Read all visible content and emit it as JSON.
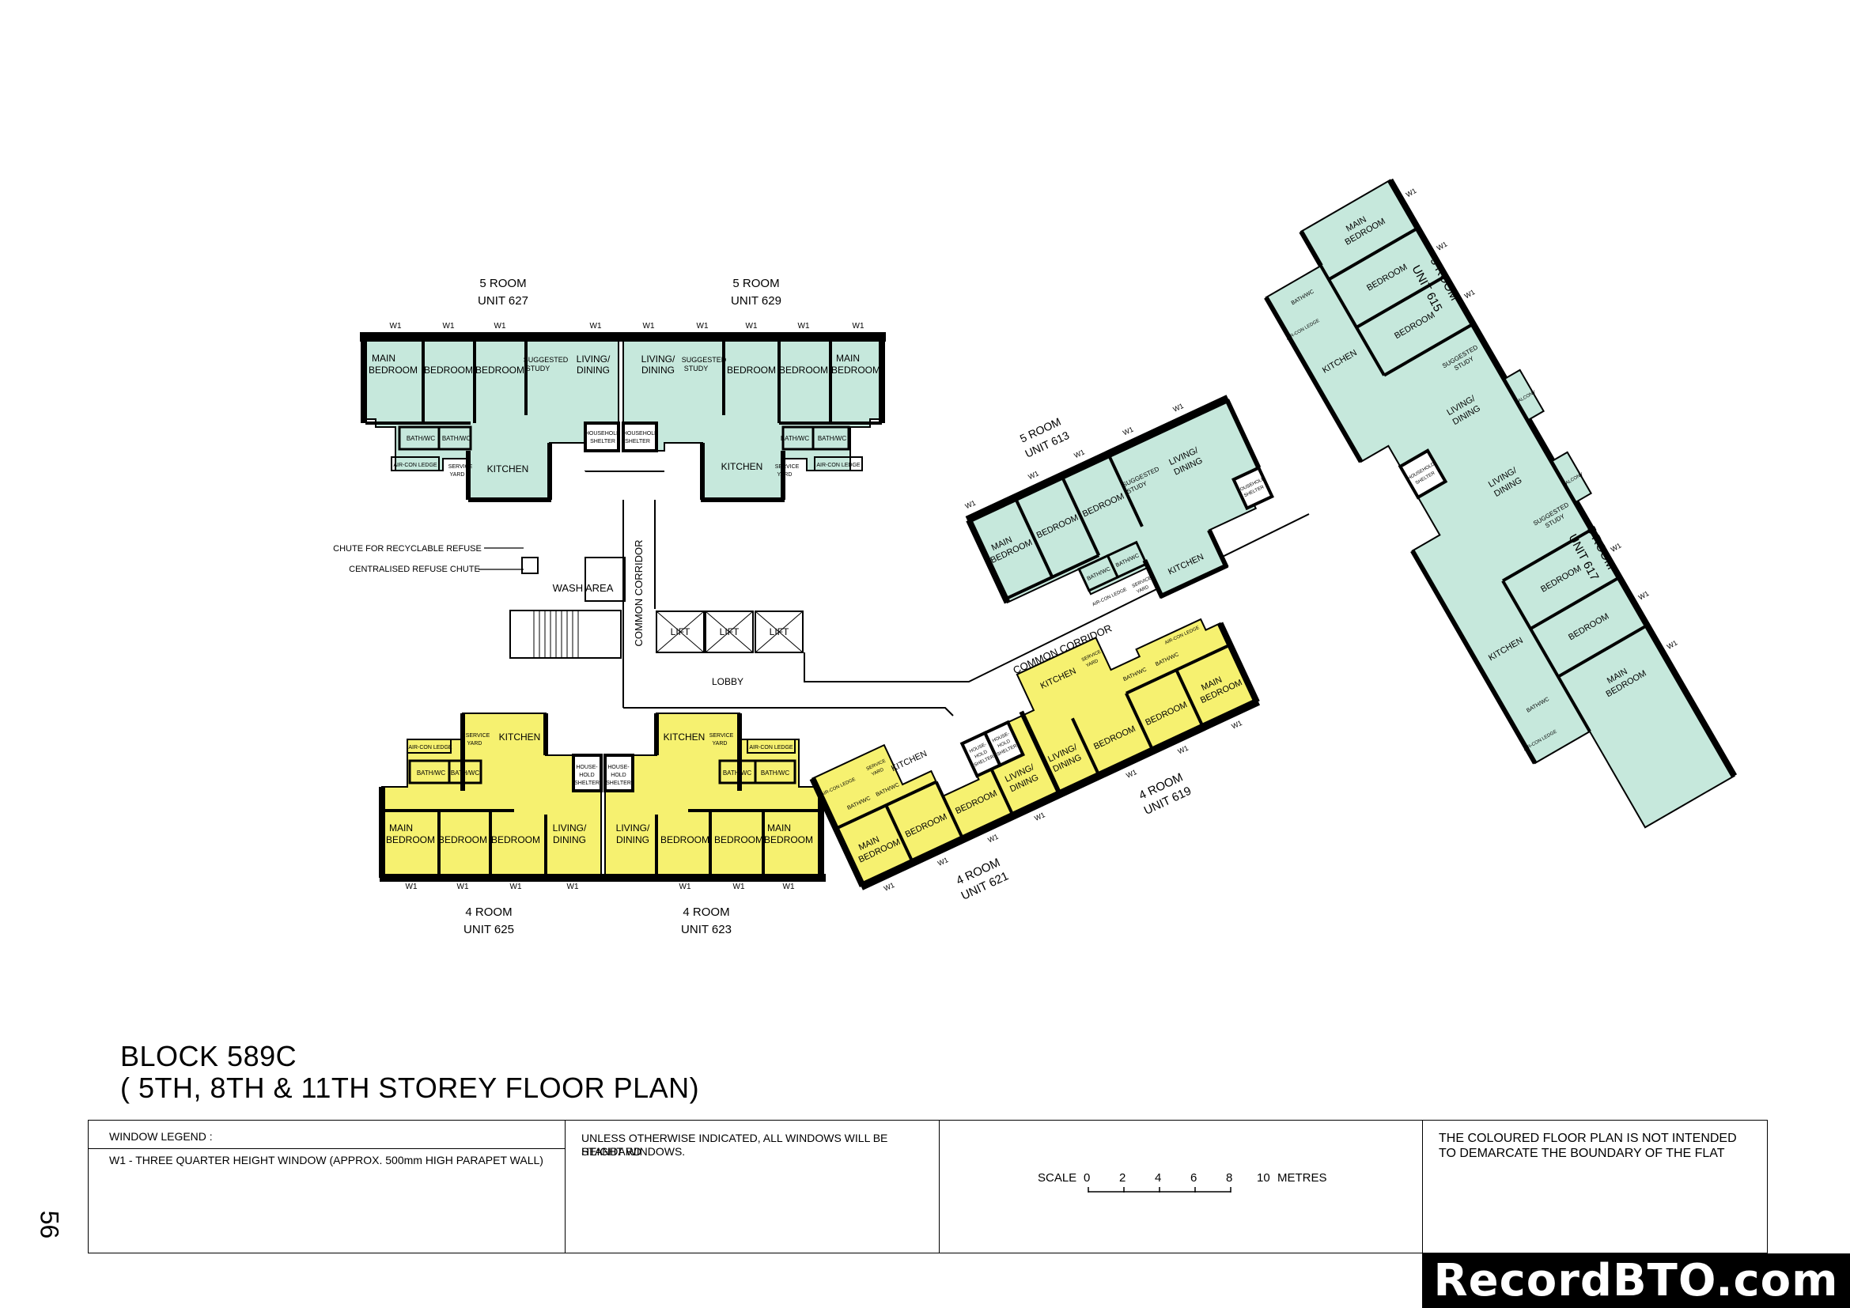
{
  "units": {
    "u627": {
      "type": "5 ROOM",
      "unit": "UNIT 627"
    },
    "u629": {
      "type": "5 ROOM",
      "unit": "UNIT 629"
    },
    "u613": {
      "type": "5 ROOM",
      "unit": "UNIT 613"
    },
    "u615": {
      "type": "5 ROOM",
      "unit": "UNIT 615"
    },
    "u617": {
      "type": "5 ROOM",
      "unit": "UNIT 617"
    },
    "u625": {
      "type": "4 ROOM",
      "unit": "UNIT 625"
    },
    "u623": {
      "type": "4 ROOM",
      "unit": "UNIT 623"
    },
    "u619": {
      "type": "4 ROOM",
      "unit": "UNIT 619"
    },
    "u621": {
      "type": "4 ROOM",
      "unit": "UNIT 621"
    }
  },
  "rooms": {
    "main_bedroom_l1": "MAIN",
    "main_bedroom_l2": "BEDROOM",
    "bedroom": "BEDROOM",
    "suggested_study_l1": "SUGGESTED",
    "suggested_study_l2": "STUDY",
    "living_l1": "LIVING/",
    "living_l2": "DINING",
    "kitchen": "KITCHEN",
    "bath": "BATH/WC",
    "service_yard_l1": "SERVICE",
    "service_yard_l2": "YARD",
    "aircon_ledge": "AIR-CON LEDGE",
    "household_shelter_l1": "HOUSEHOLD",
    "household_shelter_l2": "SHELTER",
    "house_hold_l1": "HOUSE-",
    "house_hold_l2": "HOLD",
    "house_hold_l3": "SHELTER",
    "balcony": "BALCONY",
    "window": "W1"
  },
  "common": {
    "chute_recyclable": "CHUTE FOR RECYCLABLE REFUSE",
    "centralised_chute": "CENTRALISED REFUSE CHUTE",
    "wash_area": "WASH AREA",
    "common_corridor": "COMMON CORRIDOR",
    "lift": "LIFT",
    "lobby": "LOBBY"
  },
  "title": {
    "line1": "BLOCK 589C",
    "line2": "( 5TH, 8TH & 11TH STOREY FLOOR PLAN)"
  },
  "legend": {
    "heading": "WINDOW LEGEND :",
    "w1": "W1  - THREE QUARTER HEIGHT WINDOW (APPROX. 500mm HIGH PARAPET WALL)",
    "note_l1": "UNLESS OTHERWISE INDICATED, ALL WINDOWS WILL BE STANDARD",
    "note_l2": "HEIGHT WINDOWS.",
    "scale_label": "SCALE",
    "scale_ticks": [
      "0",
      "2",
      "4",
      "6",
      "8",
      "10"
    ],
    "scale_unit": "METRES",
    "disclaimer_l1": "THE COLOURED FLOOR PLAN IS NOT INTENDED",
    "disclaimer_l2": "TO DEMARCATE THE BOUNDARY OF THE FLAT"
  },
  "page_number": "56",
  "brand": "RecordBTO.com",
  "colors": {
    "five_room": "#c6e8dc",
    "four_room": "#f6f170",
    "wall": "#000000"
  }
}
